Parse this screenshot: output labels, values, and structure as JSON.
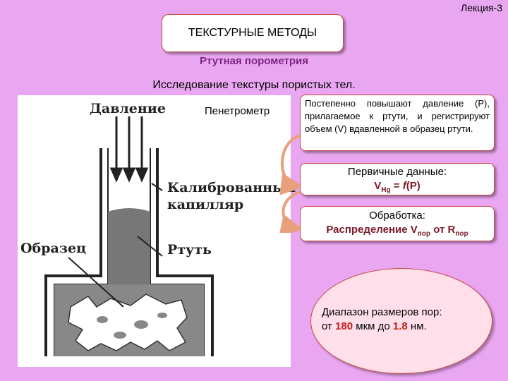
{
  "header": {
    "lecture": "Лекция-3"
  },
  "title": "ТЕКСТУРНЫЕ МЕТОДЫ",
  "subtitle": "Ртутная порометрия",
  "heading": "Исследование текстуры пористых тел.",
  "figure": {
    "labels": {
      "pressure": "Давление",
      "capillary_1": "Калиброванный",
      "capillary_2": "капилляр",
      "sample": "Образец",
      "mercury": "Ртуть"
    },
    "penetrometer": "Пенетрометр"
  },
  "box1": {
    "text": "Постепенно повышают давление (P), прилагаемое к ртути, и регистрируют объем (V) вдавленной в образец ртути."
  },
  "box2": {
    "line1": "Первичные данные:",
    "v": "V",
    "v_sub": "Hg",
    "equals": " = ",
    "f": "f",
    "arg": "(P)"
  },
  "box3": {
    "line1": "Обработка:",
    "prefix": "Распределение V",
    "v_sub": "пор",
    "middle": " от R",
    "r_sub": "пор"
  },
  "ellipse": {
    "line1": "Диапазон размеров пор:",
    "from": "от ",
    "num1": "180",
    "mid": " мкм до ",
    "num2": "1.8",
    "unit": " нм."
  },
  "colors": {
    "background": "#e9a6f1",
    "accent": "#7b2582",
    "border": "#cc4444",
    "highlight": "#c21b1b"
  }
}
